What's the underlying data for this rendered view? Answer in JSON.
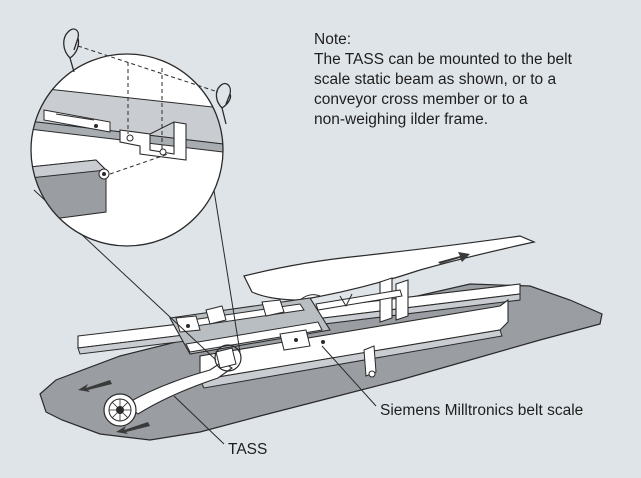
{
  "note": {
    "heading": "Note:",
    "body": "The TASS can be mounted to the belt\nscale static beam as shown, or to a\nconveyor cross member or to a\nnon-weighing ilder frame."
  },
  "callouts": {
    "belt_scale": "Siemens Milltronics belt scale",
    "tass": "TASS"
  },
  "colors": {
    "background": "#dfe4e8",
    "belt": "#9a9ea2",
    "belt_dark": "#7d8185",
    "frame_light": "#ffffff",
    "frame_shade": "#c9cdd1",
    "line": "#2a2a2a",
    "arrow": "#3a3a3a"
  }
}
